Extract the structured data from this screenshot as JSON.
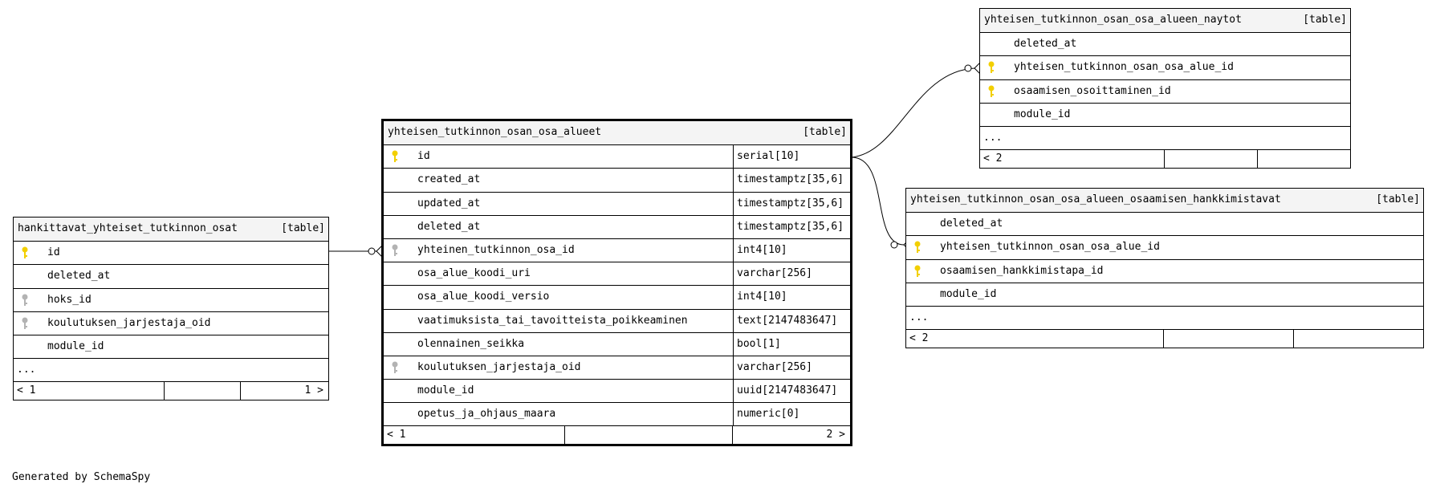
{
  "generated_by": "Generated by SchemaSpy",
  "colors": {
    "primary_key": "#f2cf00",
    "foreign_key": "#b3b3b3",
    "border": "#000000",
    "header_bg": "#f4f4f4"
  },
  "tables": {
    "left": {
      "name": "hankittavat_yhteiset_tutkinnon_osat",
      "type": "[table]",
      "columns": [
        {
          "name": "id",
          "key": "primary-key"
        },
        {
          "name": "deleted_at",
          "key": ""
        },
        {
          "name": "hoks_id",
          "key": "foreign-key"
        },
        {
          "name": "koulutuksen_jarjestaja_oid",
          "key": "foreign-key"
        },
        {
          "name": "module_id",
          "key": ""
        }
      ],
      "more": "...",
      "footer_left": "< 1",
      "footer_right": "1 >"
    },
    "main": {
      "name": "yhteisen_tutkinnon_osan_osa_alueet",
      "type": "[table]",
      "columns": [
        {
          "name": "id",
          "datatype": "serial[10]",
          "key": "primary-key"
        },
        {
          "name": "created_at",
          "datatype": "timestamptz[35,6]",
          "key": ""
        },
        {
          "name": "updated_at",
          "datatype": "timestamptz[35,6]",
          "key": ""
        },
        {
          "name": "deleted_at",
          "datatype": "timestamptz[35,6]",
          "key": ""
        },
        {
          "name": "yhteinen_tutkinnon_osa_id",
          "datatype": "int4[10]",
          "key": "foreign-key"
        },
        {
          "name": "osa_alue_koodi_uri",
          "datatype": "varchar[256]",
          "key": ""
        },
        {
          "name": "osa_alue_koodi_versio",
          "datatype": "int4[10]",
          "key": ""
        },
        {
          "name": "vaatimuksista_tai_tavoitteista_poikkeaminen",
          "datatype": "text[2147483647]",
          "key": ""
        },
        {
          "name": "olennainen_seikka",
          "datatype": "bool[1]",
          "key": ""
        },
        {
          "name": "koulutuksen_jarjestaja_oid",
          "datatype": "varchar[256]",
          "key": "foreign-key"
        },
        {
          "name": "module_id",
          "datatype": "uuid[2147483647]",
          "key": ""
        },
        {
          "name": "opetus_ja_ohjaus_maara",
          "datatype": "numeric[0]",
          "key": ""
        }
      ],
      "footer_left": "< 1",
      "footer_right": "2 >"
    },
    "top_right": {
      "name": "yhteisen_tutkinnon_osan_osa_alueen_naytot",
      "type": "[table]",
      "columns": [
        {
          "name": "deleted_at",
          "key": ""
        },
        {
          "name": "yhteisen_tutkinnon_osan_osa_alue_id",
          "key": "primary-key"
        },
        {
          "name": "osaamisen_osoittaminen_id",
          "key": "primary-key"
        },
        {
          "name": "module_id",
          "key": ""
        }
      ],
      "more": "...",
      "footer_left": "< 2"
    },
    "bottom_right": {
      "name": "yhteisen_tutkinnon_osan_osa_alueen_osaamisen_hankkimistavat",
      "type": "[table]",
      "columns": [
        {
          "name": "deleted_at",
          "key": ""
        },
        {
          "name": "yhteisen_tutkinnon_osan_osa_alue_id",
          "key": "primary-key"
        },
        {
          "name": "osaamisen_hankkimistapa_id",
          "key": "primary-key"
        },
        {
          "name": "module_id",
          "key": ""
        }
      ],
      "more": "...",
      "footer_left": "< 2"
    }
  }
}
